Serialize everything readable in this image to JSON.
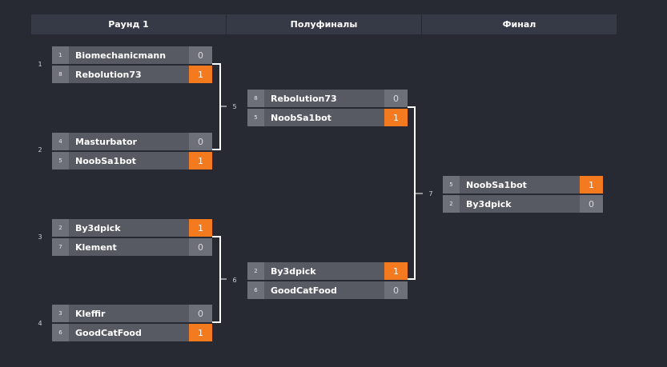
{
  "headers": [
    "Раунд 1",
    "Полуфиналы",
    "Финал"
  ],
  "matches": [
    {
      "num": "1",
      "players": [
        {
          "seed": "1",
          "name": "Biomechanicmann",
          "score": "0",
          "win": false
        },
        {
          "seed": "8",
          "name": "Rebolution73",
          "score": "1",
          "win": true
        }
      ]
    },
    {
      "num": "2",
      "players": [
        {
          "seed": "4",
          "name": "Masturbator",
          "score": "0",
          "win": false
        },
        {
          "seed": "5",
          "name": "NoobSa1bot",
          "score": "1",
          "win": true
        }
      ]
    },
    {
      "num": "3",
      "players": [
        {
          "seed": "2",
          "name": "By3dpick",
          "score": "1",
          "win": true
        },
        {
          "seed": "7",
          "name": "Klement",
          "score": "0",
          "win": false
        }
      ]
    },
    {
      "num": "4",
      "players": [
        {
          "seed": "3",
          "name": "Kleffir",
          "score": "0",
          "win": false
        },
        {
          "seed": "6",
          "name": "GoodCatFood",
          "score": "1",
          "win": true
        }
      ]
    },
    {
      "num": "5",
      "players": [
        {
          "seed": "8",
          "name": "Rebolution73",
          "score": "0",
          "win": false
        },
        {
          "seed": "5",
          "name": "NoobSa1bot",
          "score": "1",
          "win": true
        }
      ]
    },
    {
      "num": "6",
      "players": [
        {
          "seed": "2",
          "name": "By3dpick",
          "score": "1",
          "win": true
        },
        {
          "seed": "6",
          "name": "GoodCatFood",
          "score": "0",
          "win": false
        }
      ]
    },
    {
      "num": "7",
      "players": [
        {
          "seed": "5",
          "name": "NoobSa1bot",
          "score": "1",
          "win": true
        },
        {
          "seed": "2",
          "name": "By3dpick",
          "score": "0",
          "win": false
        }
      ]
    }
  ],
  "colors": {
    "background": "#272a32",
    "header": "#353a46",
    "name_cell": "#575a63",
    "seed_cell": "#6e7079",
    "winner_score": "#f47a20",
    "connector": "#ffffff"
  }
}
